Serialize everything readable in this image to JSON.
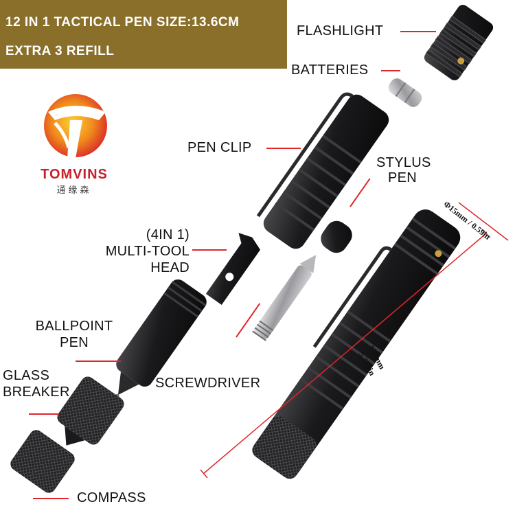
{
  "banner": {
    "line1": "12 IN 1 TACTICAL PEN SIZE:13.6CM",
    "line2": "EXTRA 3 REFILL",
    "bg_color": "#8a6f2a"
  },
  "brand": {
    "name": "TOMVINS",
    "name_cn": "通缘森",
    "logo_icon": "tomvins-sun-logo-icon"
  },
  "labels": {
    "flashlight": "FLASHLIGHT",
    "batteries": "BATTERIES",
    "pen_clip": "PEN CLIP",
    "stylus_line1": "STYLUS",
    "stylus_line2": "PEN",
    "multitool_line1": "(4IN 1)",
    "multitool_line2": "MULTI-TOOL",
    "multitool_line3": "HEAD",
    "ballpoint_line1": "BALLPOINT",
    "ballpoint_line2": "PEN",
    "glass_line1": "GLASS",
    "glass_line2": "BREAKER",
    "screwdriver": "SCREWDRIVER",
    "compass": "COMPASS"
  },
  "dimensions": {
    "diameter": "Φ15mm / 0.59in",
    "length_mm": "136mm",
    "length_in": "5.350in"
  },
  "colors": {
    "accent": "#e0262a",
    "metal": "#1c1c1e"
  }
}
